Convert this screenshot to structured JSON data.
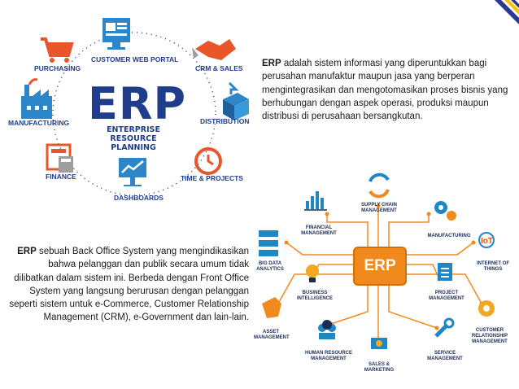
{
  "erp_diagram": {
    "center_title": "ERP",
    "center_subtitle_line1": "ENTERPRISE RESOURCE",
    "center_subtitle_line2": "PLANNING",
    "nodes": [
      {
        "label": "PURCHASING",
        "icon": "shopping-cart-icon"
      },
      {
        "label": "CUSTOMER WEB PORTAL",
        "icon": "web-portal-icon"
      },
      {
        "label": "CRM & SALES",
        "icon": "handshake-icon"
      },
      {
        "label": "MANUFACTURING",
        "icon": "factory-icon"
      },
      {
        "label": "DISTRIBUTION",
        "icon": "box-icon"
      },
      {
        "label": "FINANCE",
        "icon": "calculator-icon"
      },
      {
        "label": "TIME & PROJECTS",
        "icon": "clock-icon"
      },
      {
        "label": "DASHBOARDS",
        "icon": "dashboard-icon"
      }
    ]
  },
  "right_paragraph": {
    "bold": "ERP",
    "text": " adalah sistem informasi yang diperuntukkan bagi perusahan manufaktur maupun jasa yang berperan mengintegrasikan dan mengotomasikan proses bisnis yang berhubungan dengan aspek operasi, produksi maupun distribusi di perusahaan bersangkutan."
  },
  "left_paragraph": {
    "bold": "ERP",
    "text": " sebuah Back Office System yang mengindikasikan bahwa pelanggan dan publik secara umum tidak dilibatkan dalam sistem ini. Berbeda dengan Front Office System yang langsung berurusan dengan pelanggan seperti sistem untuk e-Commerce, Customer Relationship Management (CRM), e-Government dan lain-lain."
  },
  "erp_hub": {
    "center": "ERP",
    "modules": [
      {
        "label": "SUPPLY CHAIN MANAGEMENT",
        "icon": "refresh-icon",
        "color": "#1e88c7"
      },
      {
        "label": "FINANCIAL MANAGEMENT",
        "icon": "bar-chart-icon",
        "color": "#1e88c7"
      },
      {
        "label": "MANUFACTURING",
        "icon": "gears-icon",
        "color": "#1e88c7"
      },
      {
        "label": "BIG DATA ANALYTICS",
        "icon": "hierarchy-icon",
        "color": "#1e88c7"
      },
      {
        "label": "INTERNET OF THINGS",
        "icon": "iot-icon",
        "color": "#e94e1b"
      },
      {
        "label": "BUSINESS INTELLIGENCE",
        "icon": "lightbulb-icon",
        "color": "#f5a623"
      },
      {
        "label": "PROJECT MANAGEMENT",
        "icon": "document-icon",
        "color": "#1e88c7"
      },
      {
        "label": "ASSET MANAGEMENT",
        "icon": "hand-icon",
        "color": "#f08a1c"
      },
      {
        "label": "CUSTOMER RELATIONSHIP MANAGEMENT",
        "icon": "customer-icon",
        "color": "#f5a623"
      },
      {
        "label": "HUMAN RESOURCE MANAGEMENT",
        "icon": "people-icon",
        "color": "#1e88c7"
      },
      {
        "label": "SALES & MARKETING",
        "icon": "money-icon",
        "color": "#1e88c7"
      },
      {
        "label": "SERVICE MANAGEMENT",
        "icon": "wrench-icon",
        "color": "#1e88c7"
      }
    ]
  },
  "colors": {
    "erp_blue": "#1f3d8a",
    "accent_orange": "#f08a1c",
    "stripe_blue": "#2b3990",
    "stripe_yellow": "#f7c600"
  }
}
